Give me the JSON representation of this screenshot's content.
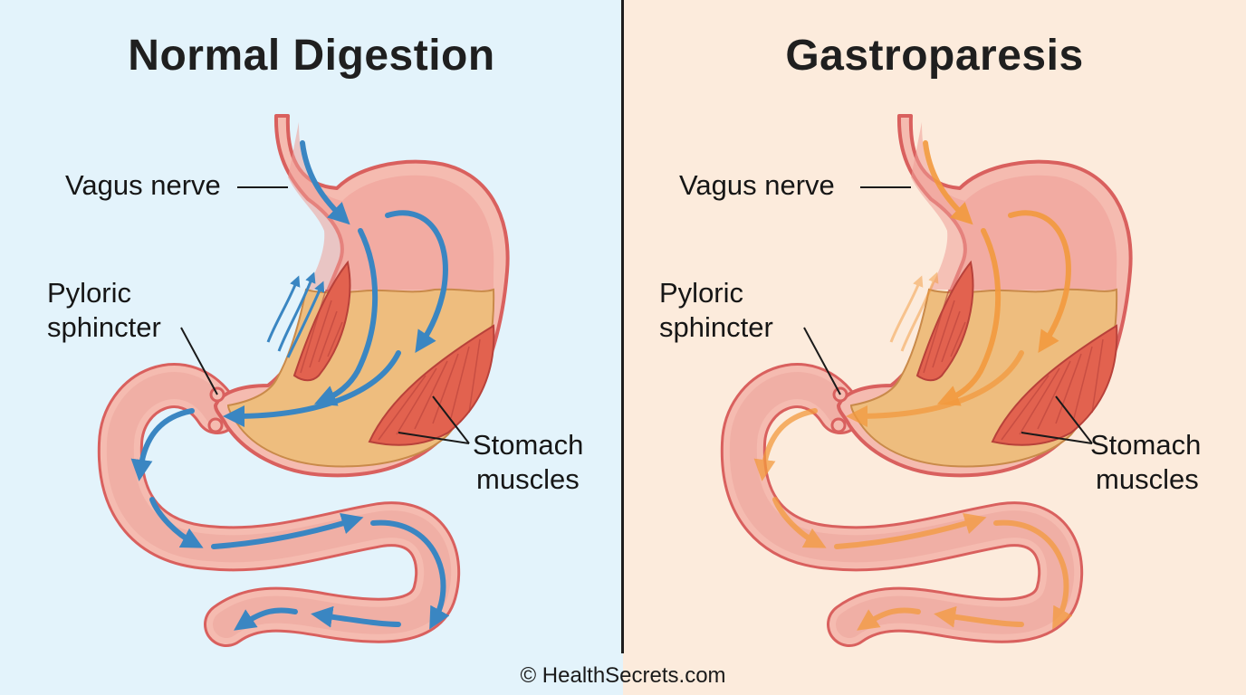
{
  "colors": {
    "left_bg": "#e3f3fb",
    "right_bg": "#fcebdc",
    "tube_fill": "#f5bbb0",
    "tube_outline": "#d9605e",
    "food": "#eebd7e",
    "muscle": "#e2624f",
    "arrow_normal": "#3a86c2",
    "arrow_slow": "#f39a3e"
  },
  "panels": [
    {
      "title": "Normal Digestion",
      "labels": {
        "vagus": "Vagus nerve",
        "pyloric_line1": "Pyloric",
        "pyloric_line2": "sphincter",
        "muscles_line1": "Stomach",
        "muscles_line2": "muscles"
      }
    },
    {
      "title": "Gastroparesis",
      "labels": {
        "vagus": "Vagus nerve",
        "pyloric_line1": "Pyloric",
        "pyloric_line2": "sphincter",
        "muscles_line1": "Stomach",
        "muscles_line2": "muscles"
      }
    }
  ],
  "footer": "© HealthSecrets.com"
}
